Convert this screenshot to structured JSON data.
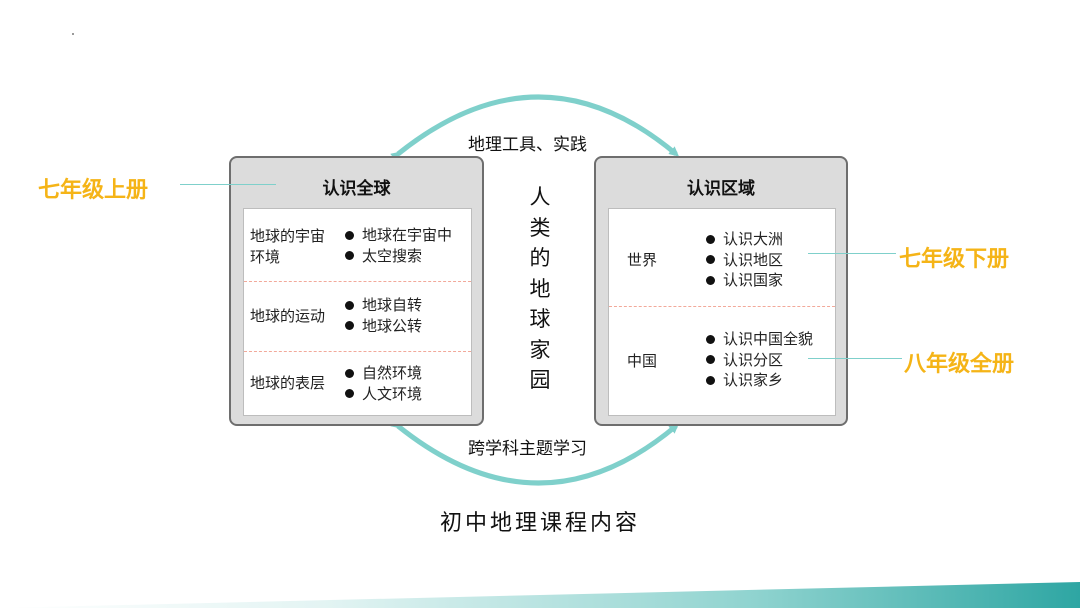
{
  "arcs": {
    "top_label": "地理工具、实践",
    "bottom_label": "跨学科主题学习",
    "color": "#7fd0cb"
  },
  "left_panel": {
    "title": "认识全球",
    "rows": [
      {
        "topic": "地球的宇宙环境",
        "items": [
          "地球在宇宙中",
          "太空搜索"
        ]
      },
      {
        "topic": "地球的运动",
        "items": [
          "地球自转",
          "地球公转"
        ]
      },
      {
        "topic": "地球的表层",
        "items": [
          "自然环境",
          "人文环境"
        ]
      }
    ]
  },
  "right_panel": {
    "title": "认识区域",
    "rows": [
      {
        "topic": "世界",
        "items": [
          "认识大洲",
          "认识地区",
          "认识国家"
        ]
      },
      {
        "topic": "中国",
        "items": [
          "认识中国全貌",
          "认识分区",
          "认识家乡"
        ]
      }
    ]
  },
  "center_text": [
    "人",
    "类",
    "的",
    "地",
    "球",
    "家",
    "园"
  ],
  "grades": {
    "left": "七年级上册",
    "right_top": "七年级下册",
    "right_bottom": "八年级全册",
    "color": "#f5b417"
  },
  "caption": "初中地理课程内容"
}
